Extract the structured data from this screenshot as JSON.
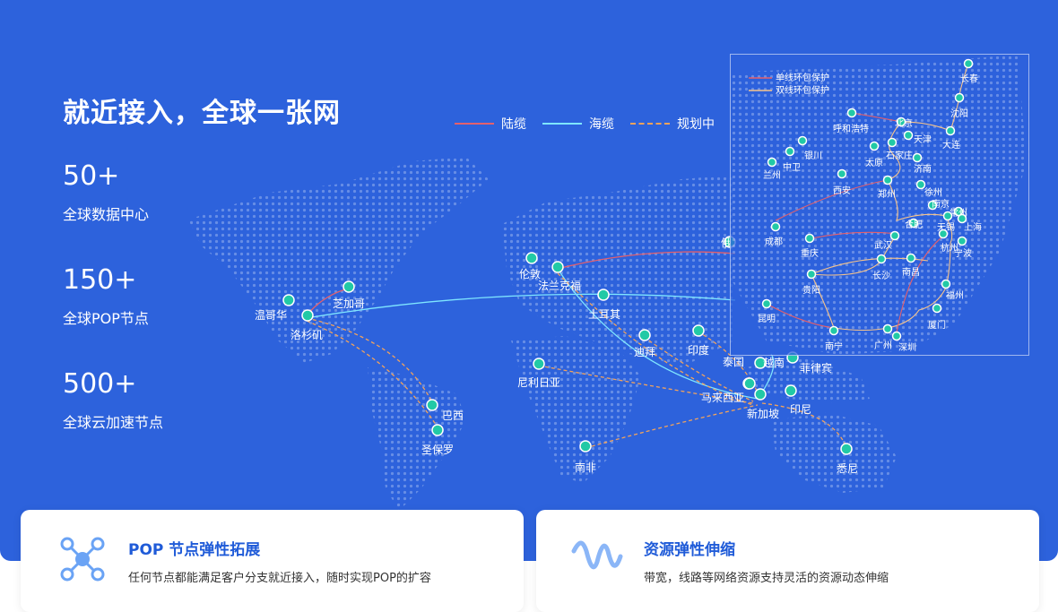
{
  "hero": {
    "title": "就近接入，全球一张网",
    "stats": [
      {
        "value": "50+",
        "label": "全球数据中心"
      },
      {
        "value": "150+",
        "label": "全球POP节点"
      },
      {
        "value": "500+",
        "label": "全球云加速节点"
      }
    ]
  },
  "legend": [
    {
      "label": "陆缆",
      "color": "#e4606d",
      "style": "solid"
    },
    {
      "label": "海缆",
      "color": "#7fe6ff",
      "style": "solid"
    },
    {
      "label": "规划中",
      "color": "#f2a35c",
      "style": "dashed"
    }
  ],
  "world_nodes": [
    "温哥华",
    "芝加哥",
    "洛杉矶",
    "巴西",
    "圣保罗",
    "伦敦",
    "法兰克福",
    "土耳其",
    "迪拜",
    "印度",
    "尼利日亚",
    "南非",
    "泰国",
    "越南",
    "菲律宾",
    "马来西亚",
    "新加坡",
    "印尼",
    "悉尼",
    "俄"
  ],
  "inset": {
    "legend": [
      {
        "label": "单线环包保护",
        "color": "#e4606d"
      },
      {
        "label": "双线环包保护",
        "color": "#f7c48b"
      }
    ],
    "nodes": [
      "长春",
      "沈阳",
      "大连",
      "北京",
      "天津",
      "呼和浩特",
      "石家庄",
      "银川",
      "太原",
      "济南",
      "中卫",
      "兰州",
      "西安",
      "郑州",
      "徐州",
      "南京",
      "常州",
      "合肥",
      "无锡",
      "上海",
      "成都",
      "武汉",
      "杭州",
      "宁波",
      "重庆",
      "长沙",
      "南昌",
      "贵阳",
      "福州",
      "昆明",
      "厦门",
      "南宁",
      "广州",
      "深圳"
    ]
  },
  "cards": [
    {
      "title": "POP 节点弹性拓展",
      "desc": "任何节点都能满足客户分支就近接入，随时实现POP的扩容",
      "icon": "network-nodes-icon"
    },
    {
      "title": "资源弹性伸缩",
      "desc": "带宽，线路等网络资源支持灵活的资源动态伸缩",
      "icon": "wave-elastic-icon"
    }
  ],
  "colors": {
    "hero_bg": "#2d62dc",
    "accent": "#1f5bd8",
    "node": "#22c9a6"
  }
}
